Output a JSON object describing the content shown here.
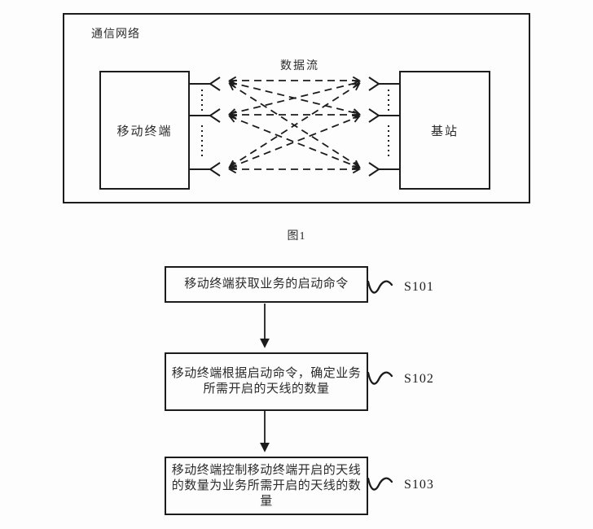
{
  "figure1": {
    "boundary_label": "通信网络",
    "mobile_terminal_label": "移动终端",
    "base_station_label": "基站",
    "data_flow_label": "数据流",
    "caption": "图1"
  },
  "flowchart": {
    "steps": [
      {
        "label": "S101",
        "text": "移动终端获取业务的启动命令",
        "lines": [
          "移动终端获取业务的启动命令"
        ]
      },
      {
        "label": "S102",
        "text": "移动终端根据启动命令，确定业务所需开启的天线的数量",
        "lines": [
          "移动终端根据启动命令，确定业务",
          "所需开启的天线的数量"
        ]
      },
      {
        "label": "S103",
        "text": "移动终端控制移动终端开启的天线的数量为业务所需开启的天线的数量",
        "lines": [
          "移动终端控制移动终端开启的天线",
          "的数量为业务所需开启的天线的数",
          "量"
        ]
      }
    ]
  },
  "colors": {
    "ink": "#1c1c1c",
    "text": "#2b2b2b",
    "background": "#fdfdfd"
  }
}
